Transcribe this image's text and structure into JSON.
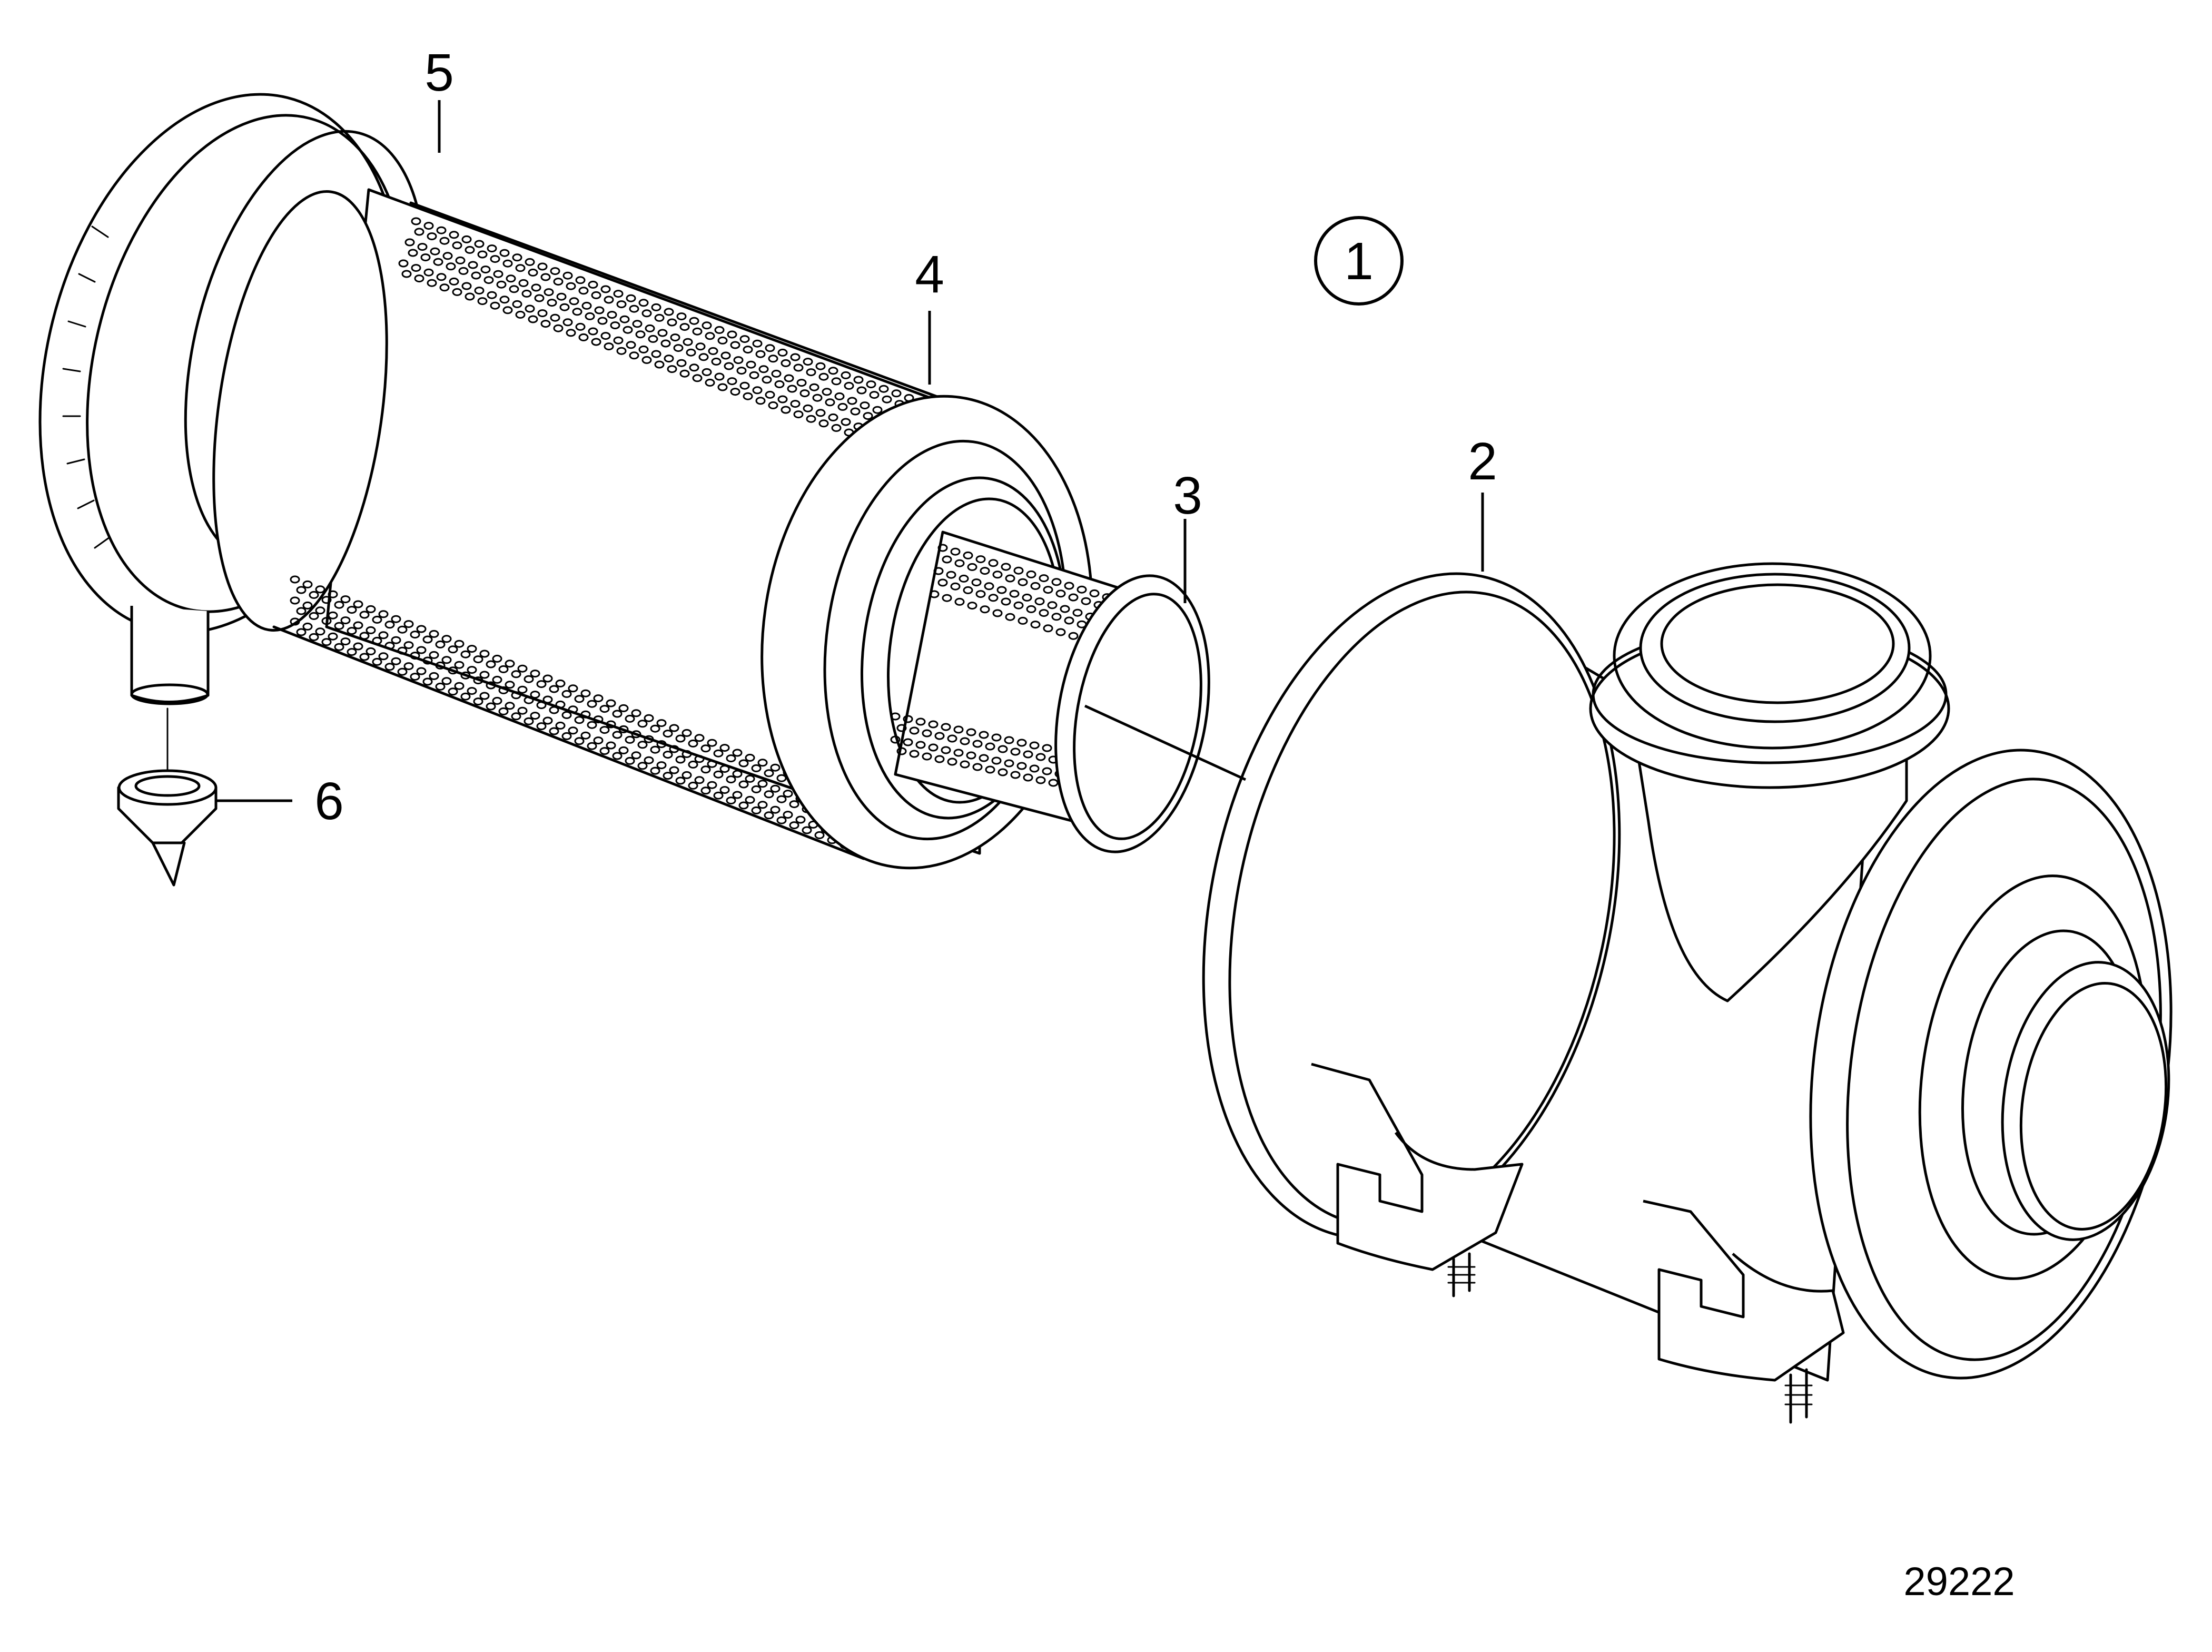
{
  "callouts": {
    "c1": "1",
    "c2": "2",
    "c3": "3",
    "c4": "4",
    "c5": "5",
    "c6": "6"
  },
  "figure_number": "29222",
  "colors": {
    "ink": "#000000",
    "paper": "#ffffff"
  }
}
